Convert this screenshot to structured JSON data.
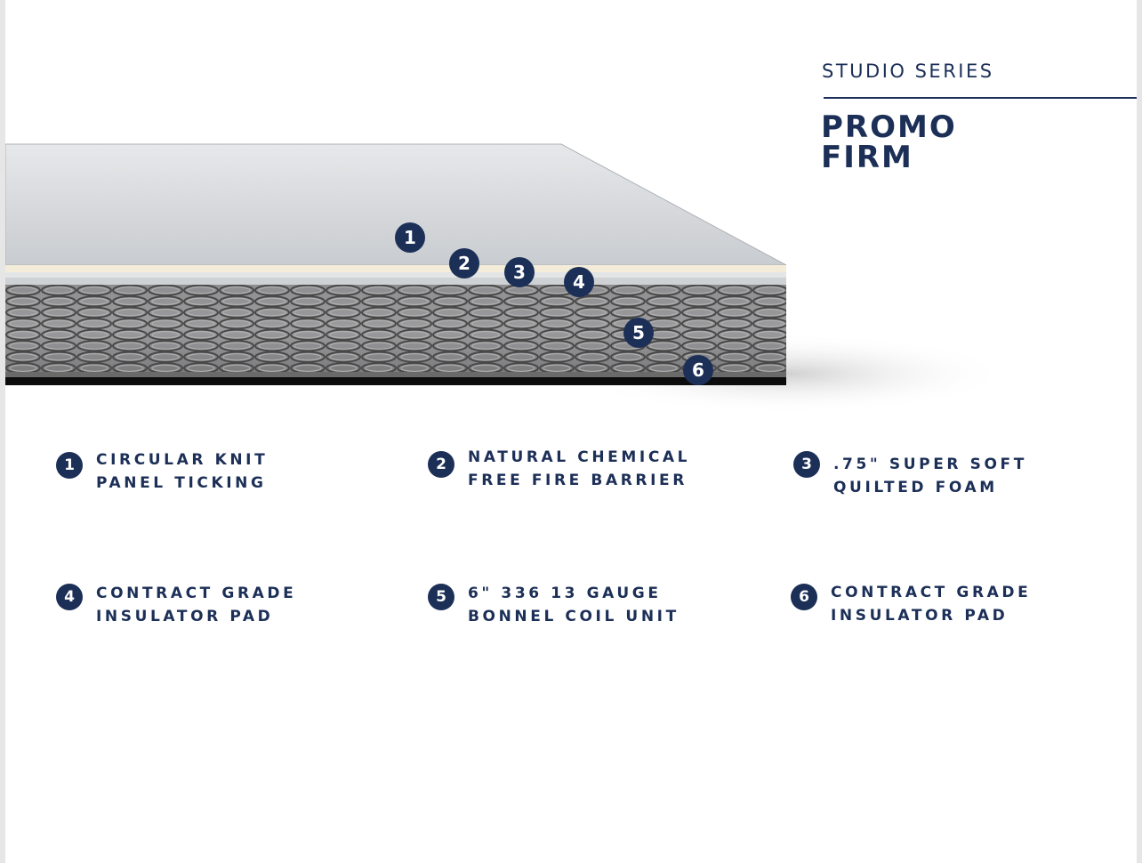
{
  "header": {
    "series": "STUDIO SERIES",
    "product_line1": "PROMO",
    "product_line2": "FIRM"
  },
  "colors": {
    "navy": "#1c2f57"
  },
  "markers": [
    "1",
    "2",
    "3",
    "4",
    "5",
    "6"
  ],
  "features": [
    {
      "number": "1",
      "line1": "CIRCULAR KNIT",
      "line2": "PANEL TICKING"
    },
    {
      "number": "2",
      "line1": "NATURAL CHEMICAL",
      "line2": "FREE FIRE BARRIER"
    },
    {
      "number": "3",
      "line1": ".75\" SUPER SOFT",
      "line2": "QUILTED FOAM"
    },
    {
      "number": "4",
      "line1": "CONTRACT GRADE",
      "line2": "INSULATOR PAD"
    },
    {
      "number": "5",
      "line1": "6\" 336 13 GAUGE",
      "line2": "BONNEL COIL UNIT"
    },
    {
      "number": "6",
      "line1": "CONTRACT GRADE",
      "line2": "INSULATOR PAD"
    }
  ]
}
